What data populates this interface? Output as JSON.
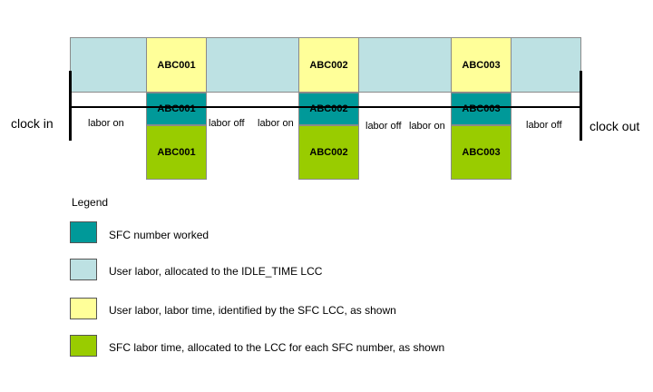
{
  "colors": {
    "idle": "#bde1e3",
    "user_labor": "#ffff99",
    "sfc_worked": "#009999",
    "sfc_labor": "#99cc00"
  },
  "side_labels": {
    "clock_in": "clock in",
    "clock_out": "clock out"
  },
  "segments": {
    "labor_on_1": "labor on",
    "labor_off_1": "labor off",
    "labor_on_2": "labor on",
    "labor_off_2": "labor off",
    "labor_on_3": "labor on",
    "labor_off_3": "labor off"
  },
  "sfcs": [
    {
      "top": "ABC001",
      "mid": "ABC001",
      "bottom": "ABC001"
    },
    {
      "top": "ABC002",
      "mid": "ABC002",
      "bottom": "ABC002"
    },
    {
      "top": "ABC003",
      "mid": "ABC003",
      "bottom": "ABC003"
    }
  ],
  "legend": {
    "title": "Legend",
    "items": [
      {
        "text": "SFC number worked",
        "color_key": "sfc_worked"
      },
      {
        "text": "User labor, allocated to the IDLE_TIME LCC",
        "color_key": "idle"
      },
      {
        "text": "User labor, labor time, identified by the SFC LCC, as shown",
        "color_key": "user_labor"
      },
      {
        "text": "SFC labor time, allocated to the LCC for each SFC number, as shown",
        "color_key": "sfc_labor"
      }
    ]
  }
}
